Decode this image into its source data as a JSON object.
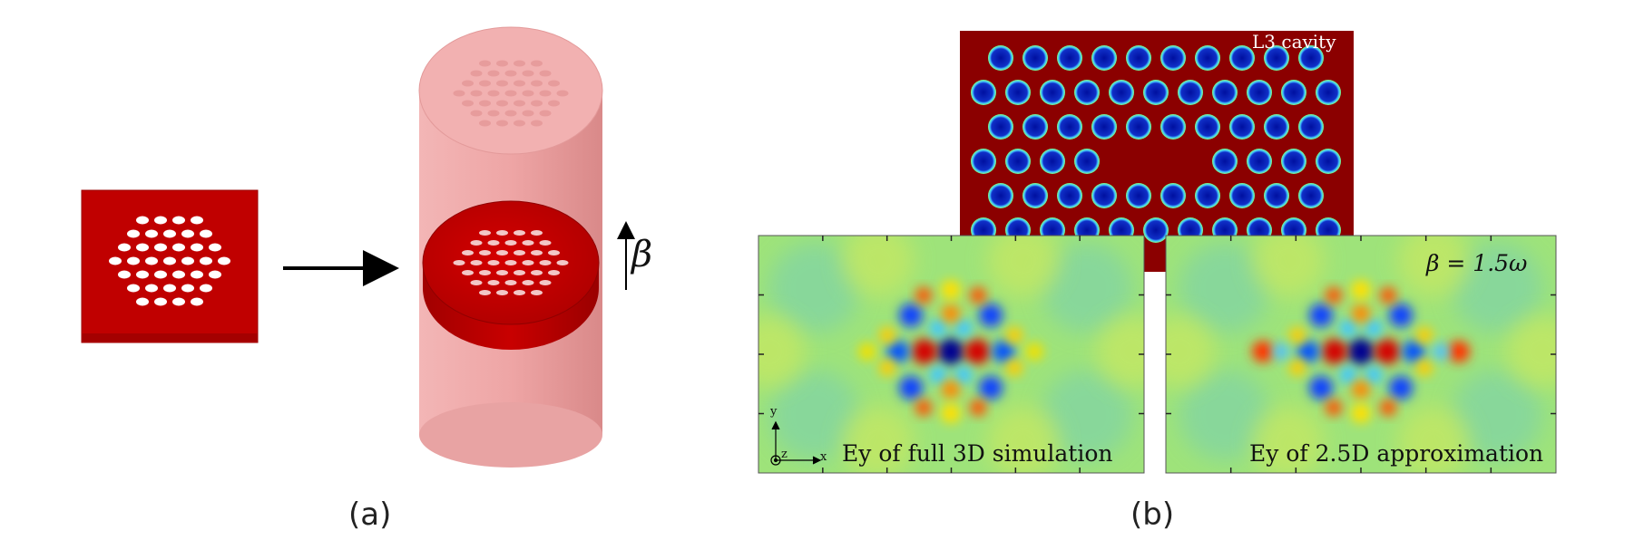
{
  "panel_a": {
    "caption": "(a)",
    "beta_label": "β"
  },
  "panel_b": {
    "caption": "(b)",
    "cavity_label": "L3 cavity",
    "left_field_label": "Ey of full 3D simulation",
    "right_field_label": "Ey of 2.5D approximation",
    "beta_eq": "β = 1.5ω",
    "axis_y": "y",
    "axis_z": "z",
    "axis_x": "x"
  },
  "colors": {
    "slab_red": "#c00000",
    "cylinder_pink": "#f0a0a0",
    "cavity_bg": "#8b0000",
    "hole_blue": "#0a1aa8",
    "field_green": "#9ee37a"
  }
}
